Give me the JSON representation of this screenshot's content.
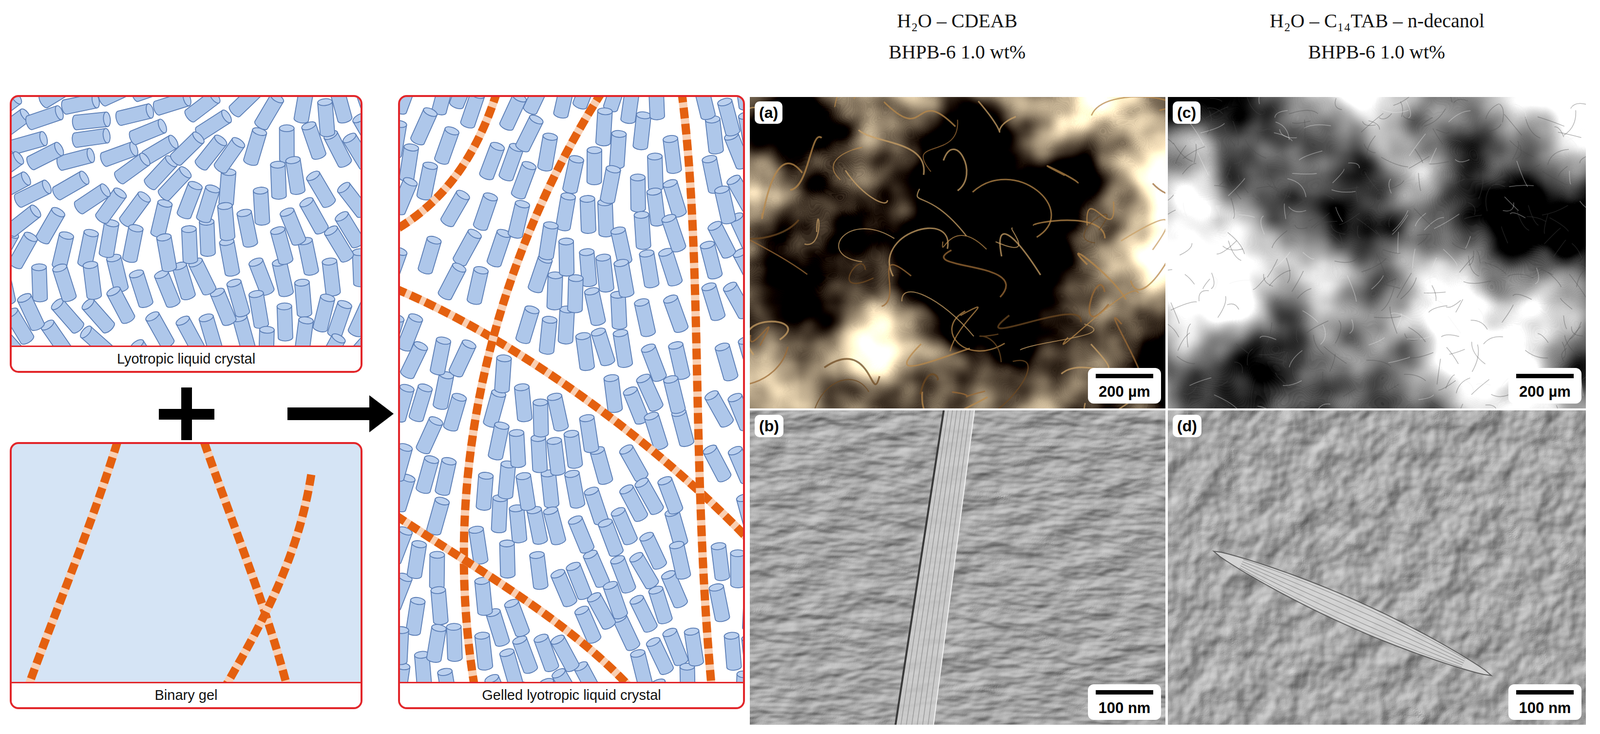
{
  "diagram": {
    "nodes": [
      {
        "text": [
          "Lyotropic liquid crystal"
        ]
      },
      {
        "text": [
          "Binary gel"
        ]
      },
      {
        "text": [
          "Gelled lyotropic liquid crystal"
        ]
      },
      {
        "text": [
          "(a)",
          "200 µm"
        ]
      },
      {
        "text": [
          "(c)",
          "200 µm"
        ]
      },
      {
        "text": [
          "(b)",
          "100 nm"
        ]
      },
      {
        "text": [
          "(d)",
          "100 nm"
        ]
      }
    ],
    "labels": [
      "H₂O – CDEAB",
      "BHPB-6 1.0 wt%",
      "H₂O – C₁₄TAB – n-decanol",
      "BHPB-6 1.0 wt%"
    ]
  }
}
